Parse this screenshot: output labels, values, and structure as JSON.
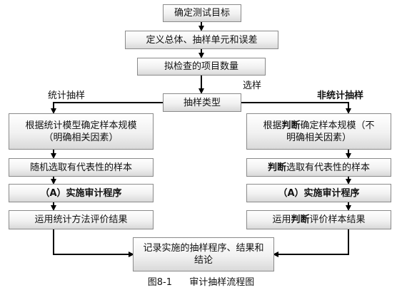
{
  "flow": {
    "top": {
      "step1": "确定测试目标",
      "step2": "定义总体、抽样单元和误差",
      "step3": "拟检查的项目数量",
      "step4_label": "选样",
      "step4": "抽样类型"
    },
    "left": {
      "branch_label": "统计抽样",
      "step1": "根据统计模型确定样本规模（明确相关因素）",
      "step2": "随机选取有代表性的样本",
      "step3": "（A）实施审计程序",
      "step4": "运用统计方法评价结果"
    },
    "right": {
      "branch_label": "非统计抽样",
      "step1_prefix": "根据",
      "step1_bold": "判断",
      "step1_rest": "确定样本规模（不明确相关因素）",
      "step2_bold": "判断",
      "step2_rest": "选取有代表性的样本",
      "step3": "（A）实施审计程序",
      "step4_prefix": "运用",
      "step4_bold": "判断",
      "step4_rest": "评价样本结果"
    },
    "final": "记录实施的抽样程序、结果和结论"
  },
  "caption": {
    "figure_no": "图8-1",
    "title": "审计抽样流程图"
  }
}
